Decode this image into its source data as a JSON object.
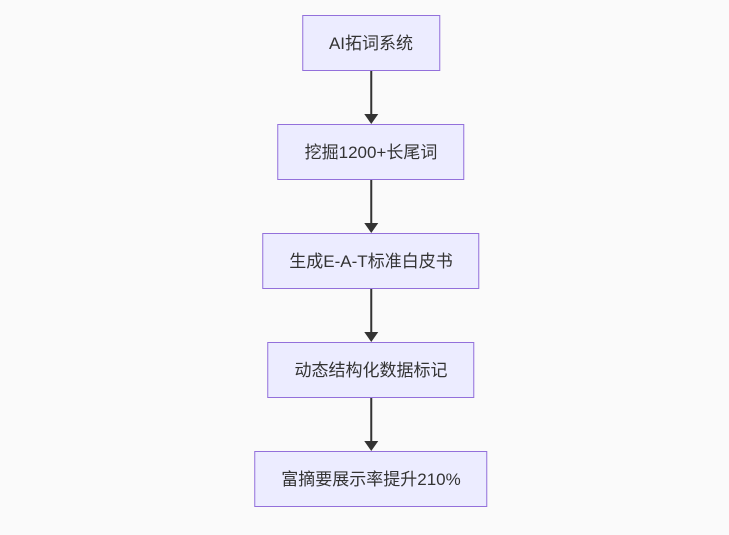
{
  "diagram": {
    "type": "flowchart",
    "direction": "top-down",
    "nodes": [
      {
        "id": "A",
        "label": "AI拓词系统"
      },
      {
        "id": "B",
        "label": "挖掘1200+长尾词"
      },
      {
        "id": "C",
        "label": "生成E-A-T标准白皮书"
      },
      {
        "id": "D",
        "label": "动态结构化数据标记"
      },
      {
        "id": "E",
        "label": "富摘要展示率提升210%"
      }
    ],
    "edges": [
      {
        "from": "A",
        "to": "B",
        "arrow": "down"
      },
      {
        "from": "B",
        "to": "C",
        "arrow": "down"
      },
      {
        "from": "C",
        "to": "D",
        "arrow": "down"
      },
      {
        "from": "D",
        "to": "E",
        "arrow": "down"
      }
    ],
    "colors": {
      "background": "#FAFAFA",
      "node_fill": "#ECECFF",
      "node_border": "#9370DB",
      "text": "#333333",
      "arrow": "#333333"
    }
  }
}
